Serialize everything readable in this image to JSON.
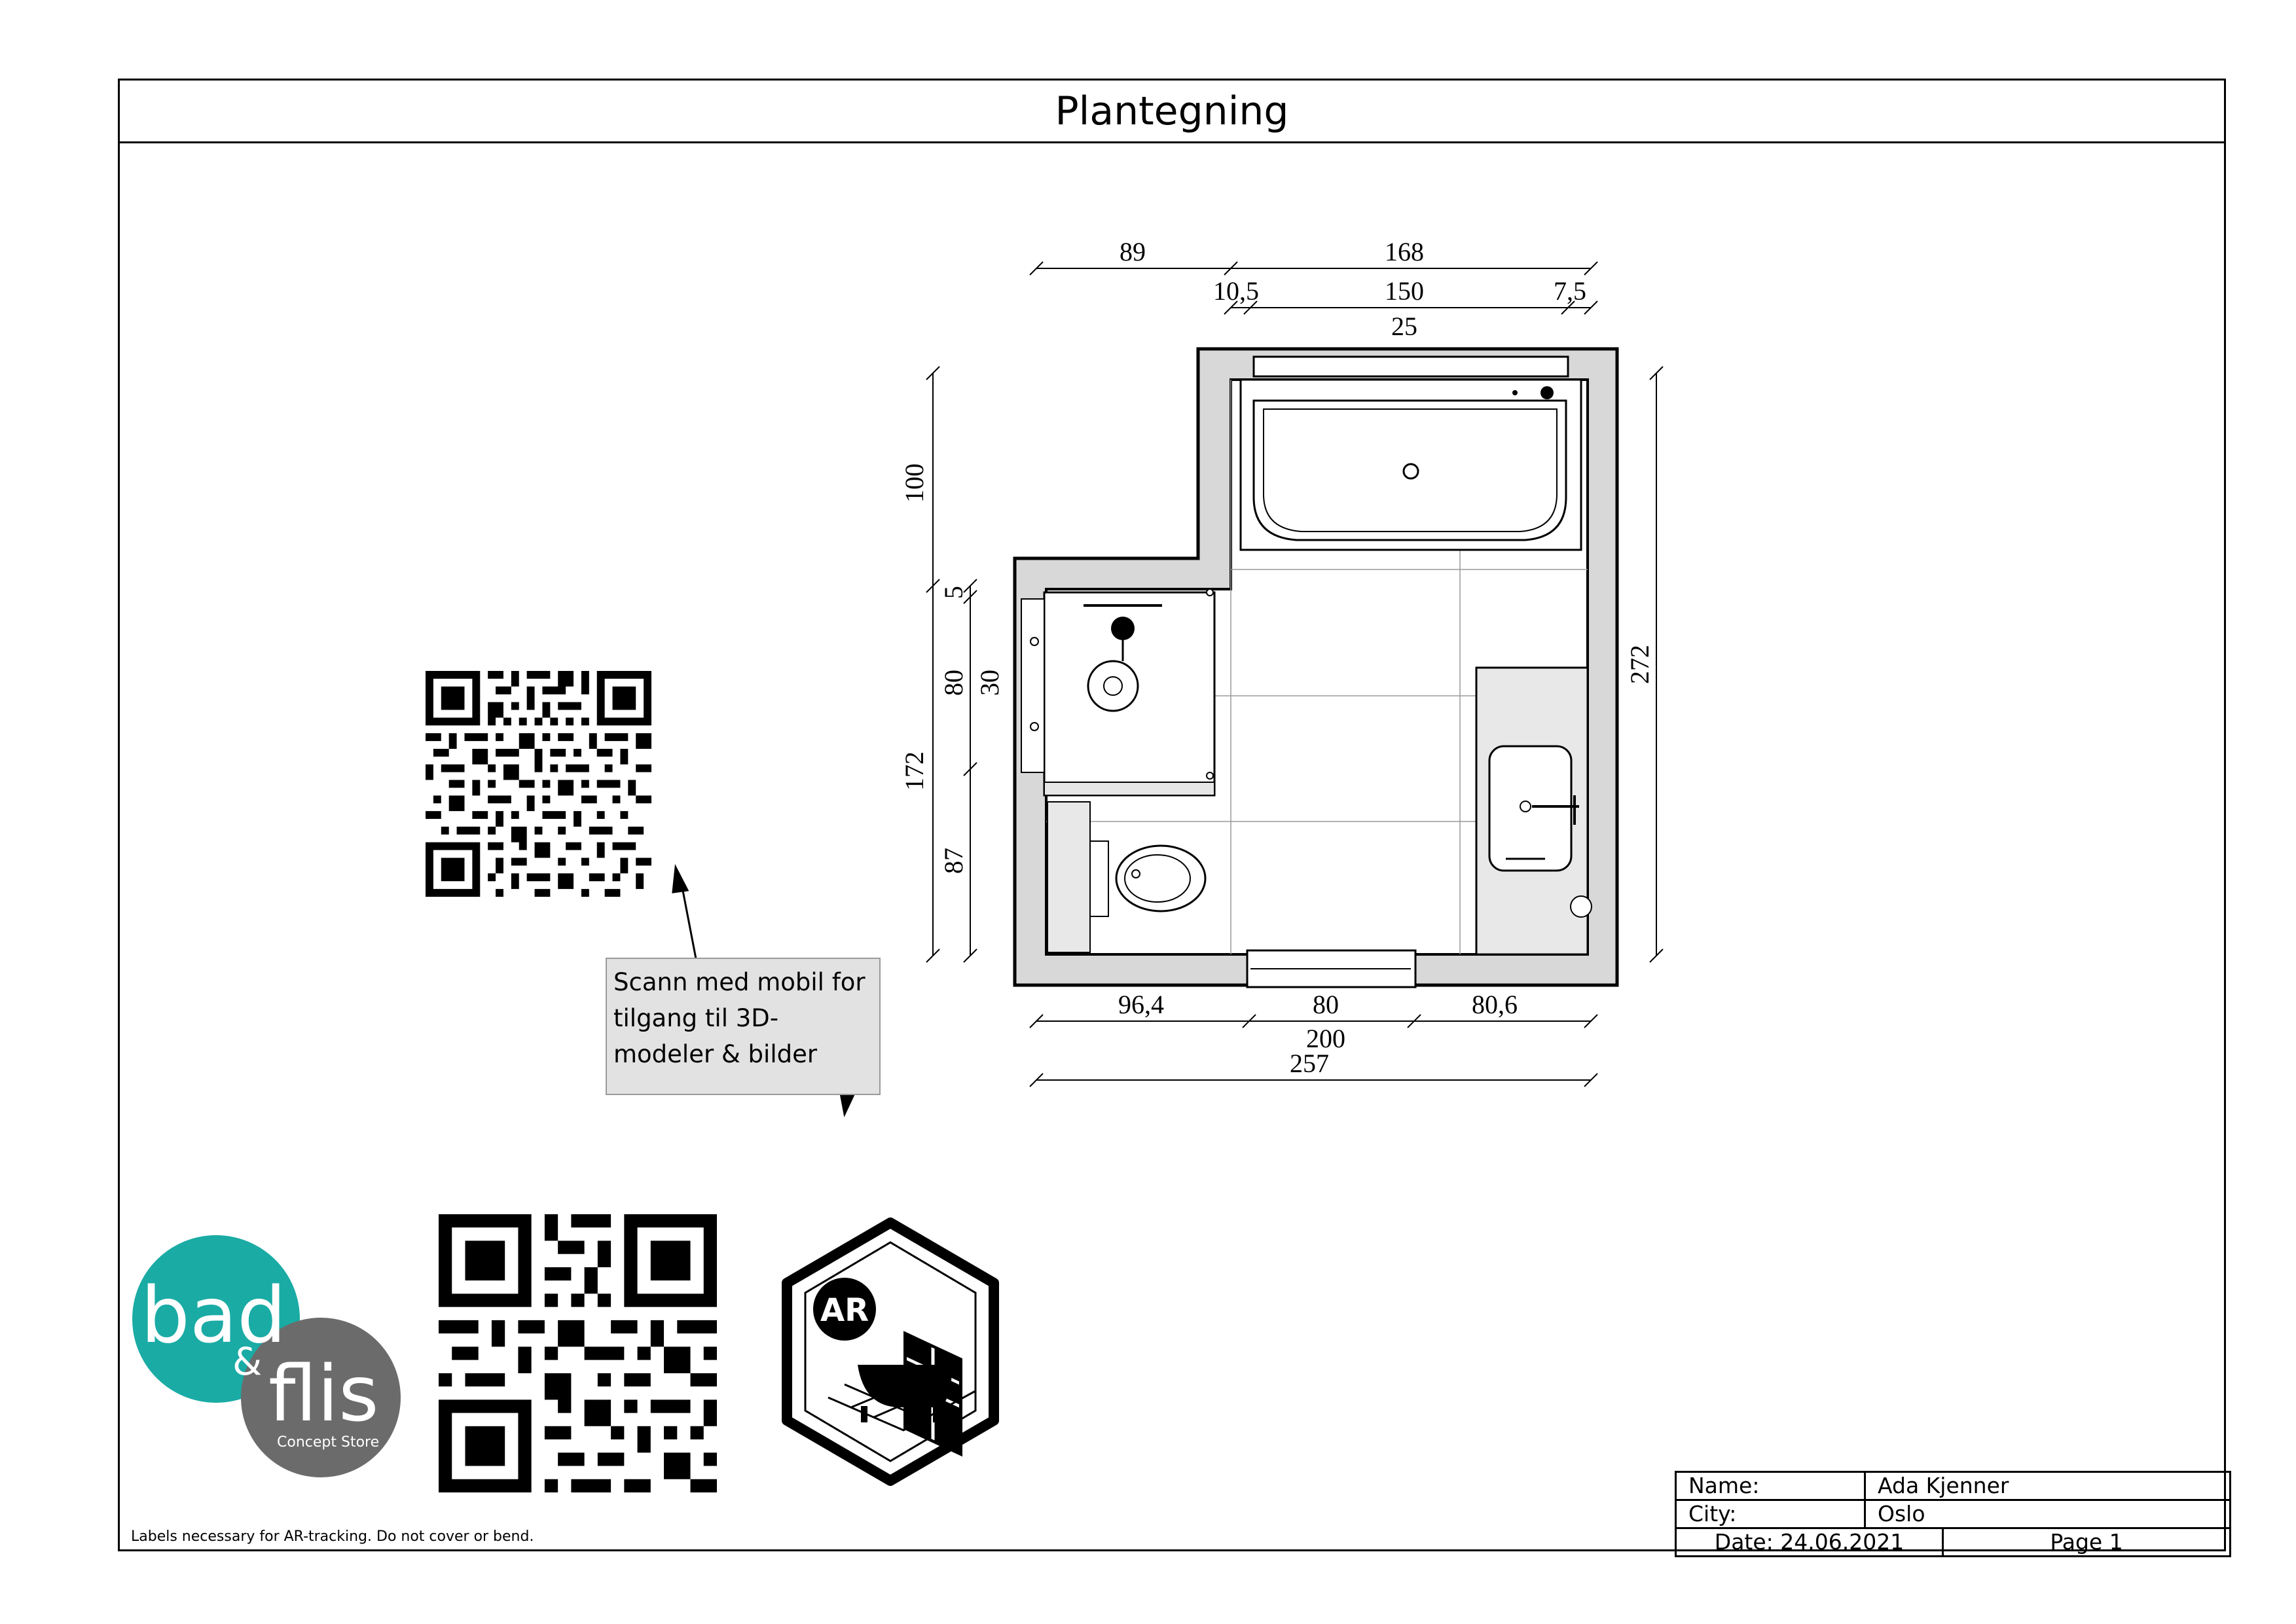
{
  "title": "Plantegning",
  "dimensions": {
    "top_89": "89",
    "top_168": "168",
    "top_10_5": "10,5",
    "top_150": "150",
    "top_7_5": "7,5",
    "top_25": "25",
    "left_100": "100",
    "left_5": "5",
    "left_80": "80",
    "left_30": "30",
    "left_172": "172",
    "left_87": "87",
    "right_272": "272",
    "bottom_96_4": "96,4",
    "bottom_80": "80",
    "bottom_80_6": "80,6",
    "bottom_200": "200",
    "bottom_257": "257"
  },
  "callout": {
    "line1": "Scann med mobil for",
    "line2": "tilgang til 3D-",
    "line3": "modeler & bilder"
  },
  "logo": {
    "word1": "bad",
    "amp": "&",
    "word2": "flis",
    "tagline": "Concept Store",
    "teal": "#1aaba5",
    "grey": "#6c6b6b"
  },
  "ar_badge": {
    "label": "AR"
  },
  "disclaimer": "Labels necessary for AR-tracking. Do not cover or bend.",
  "info": {
    "name_label": "Name:",
    "name_value": "Ada Kjenner",
    "city_label": "City:",
    "city_value": "Oslo",
    "date_text": "Date: 24.06.2021",
    "page_text": "Page 1"
  }
}
